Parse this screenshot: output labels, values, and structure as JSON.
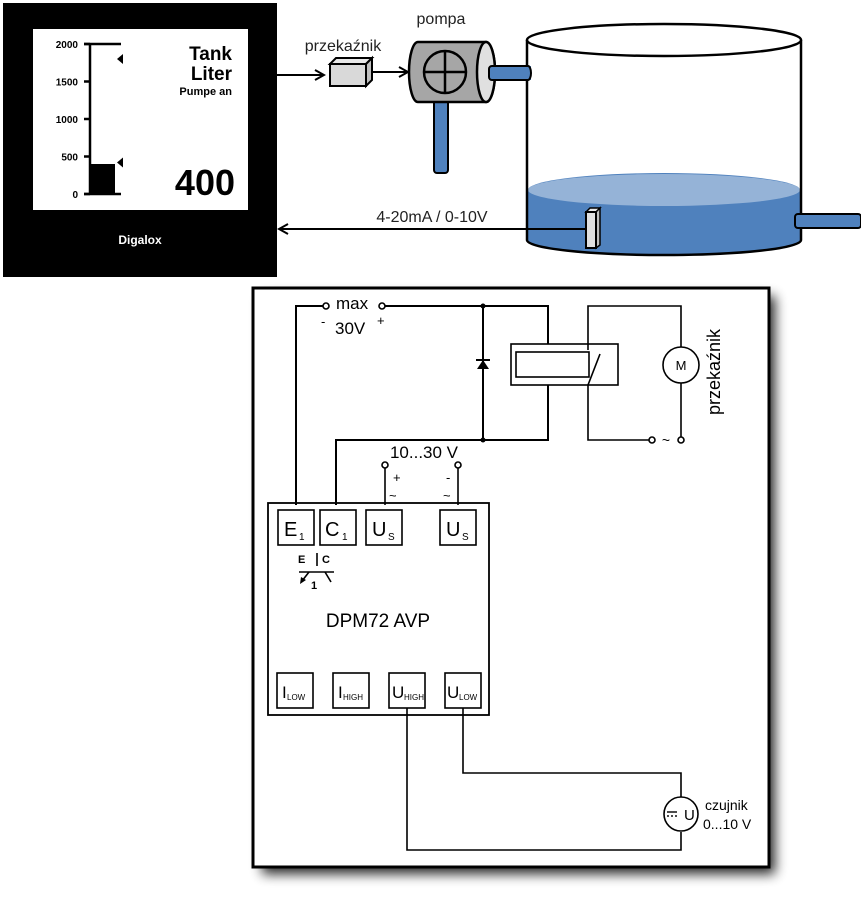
{
  "display": {
    "brand": "Digalox",
    "title_line1": "Tank",
    "title_line2": "Liter",
    "status": "Pumpe an",
    "value": "400",
    "scale": {
      "min": 0,
      "max": 2000,
      "ticks": [
        "2000",
        "1500",
        "1000",
        "500",
        "0"
      ],
      "bar_value": 400,
      "upper_marker_value": 1800,
      "lower_marker_value": 420
    }
  },
  "process": {
    "relay_label": "przekaźnik",
    "pump_label": "pompa",
    "signal_label": "4-20mA / 0-10V",
    "colors": {
      "water": "#4f81bd",
      "water_surface": "#95b3d7",
      "pump_body": "#a6a6a6",
      "relay_body": "#d9d9d9"
    }
  },
  "schematic": {
    "supply_max_label": "max",
    "supply_max_voltage": "30V",
    "supply_minus": "-",
    "supply_plus": "+",
    "supply_range": "10...30 V",
    "us_plus": "+",
    "us_minus": "-",
    "ac_symbol": "~",
    "relay_label": "przekaźnik",
    "motor_label": "M",
    "ac_source_symbol": "~",
    "device_name": "DPM72 AVP",
    "top_terminals": [
      {
        "main": "E",
        "sub": "1"
      },
      {
        "main": "C",
        "sub": "1"
      },
      {
        "main": "U",
        "sub": "S"
      },
      {
        "main": "U",
        "sub": "S"
      }
    ],
    "transistor": {
      "e": "E",
      "c": "C",
      "n": "1"
    },
    "bottom_terminals": [
      {
        "main": "I",
        "sub": "LOW"
      },
      {
        "main": "I",
        "sub": "HIGH"
      },
      {
        "main": "U",
        "sub": "HIGH"
      },
      {
        "main": "U",
        "sub": "LOW"
      }
    ],
    "sensor_symbol": "U",
    "sensor_label": "czujnik",
    "sensor_range": "0...10 V"
  }
}
